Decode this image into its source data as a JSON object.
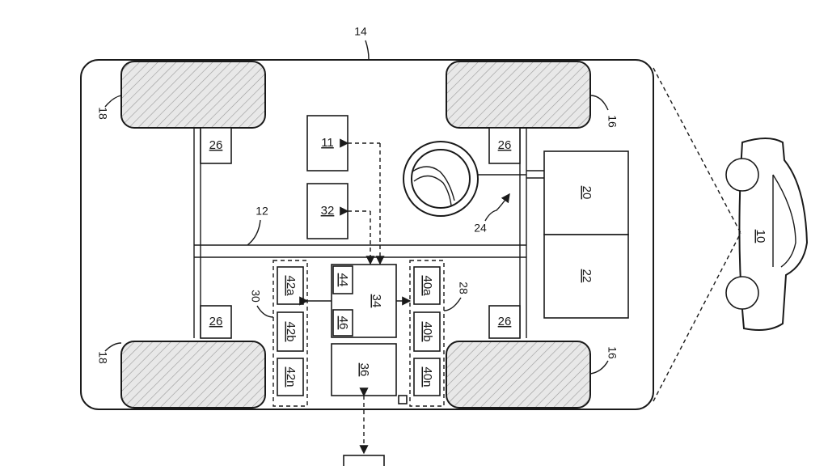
{
  "figure": {
    "refs": {
      "vehicle_body": "14",
      "frame": "12",
      "steering": "24",
      "left_wheel_top": "18",
      "left_wheel_bottom": "18",
      "right_wheel_top": "16",
      "right_wheel_bottom": "16",
      "group_left": "30",
      "group_right": "28"
    },
    "boxes": {
      "b11": "11",
      "b32": "32",
      "b34": "34",
      "b36": "36",
      "b44": "44",
      "b46": "46",
      "b20": "20",
      "b22": "22",
      "b26_tl": "26",
      "b26_tr": "26",
      "b26_bl": "26",
      "b26_br": "26",
      "b42a": "42a",
      "b42b": "42b",
      "b42n": "42n",
      "b40a": "40a",
      "b40b": "40b",
      "b40n": "40n",
      "car": "10"
    }
  }
}
